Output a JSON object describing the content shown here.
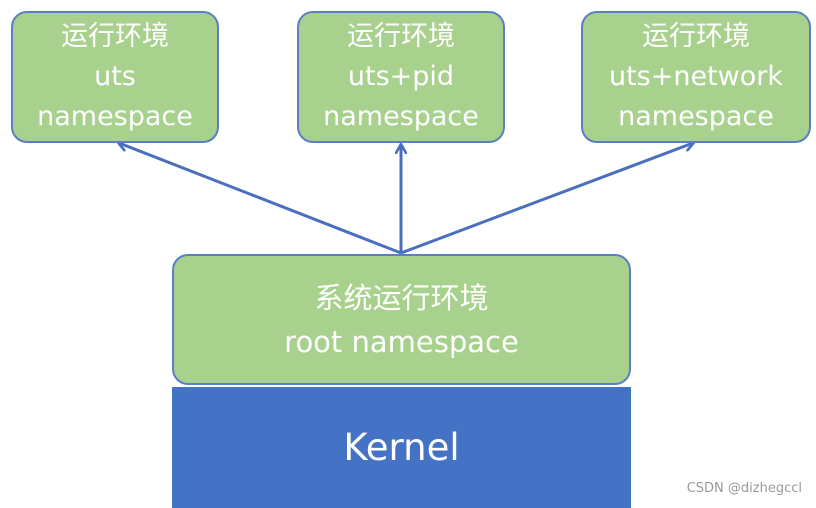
{
  "boxes": {
    "uts": {
      "line1": "运行环境",
      "line2": "uts",
      "line3": "namespace"
    },
    "pid": {
      "line1": "运行环境",
      "line2": "uts+pid",
      "line3": "namespace"
    },
    "network": {
      "line1": "运行环境",
      "line2": "uts+network",
      "line3": "namespace"
    },
    "root": {
      "line1": "系统运行环境",
      "line2": "root namespace"
    }
  },
  "kernel": {
    "label": "Kernel"
  },
  "watermark": "CSDN @dizhegccl",
  "colors": {
    "box_fill": "#a9d18e",
    "box_border": "#5b7fc4",
    "kernel_fill": "#4472c4",
    "arrow": "#4a6fbf",
    "text": "#ffffff"
  }
}
